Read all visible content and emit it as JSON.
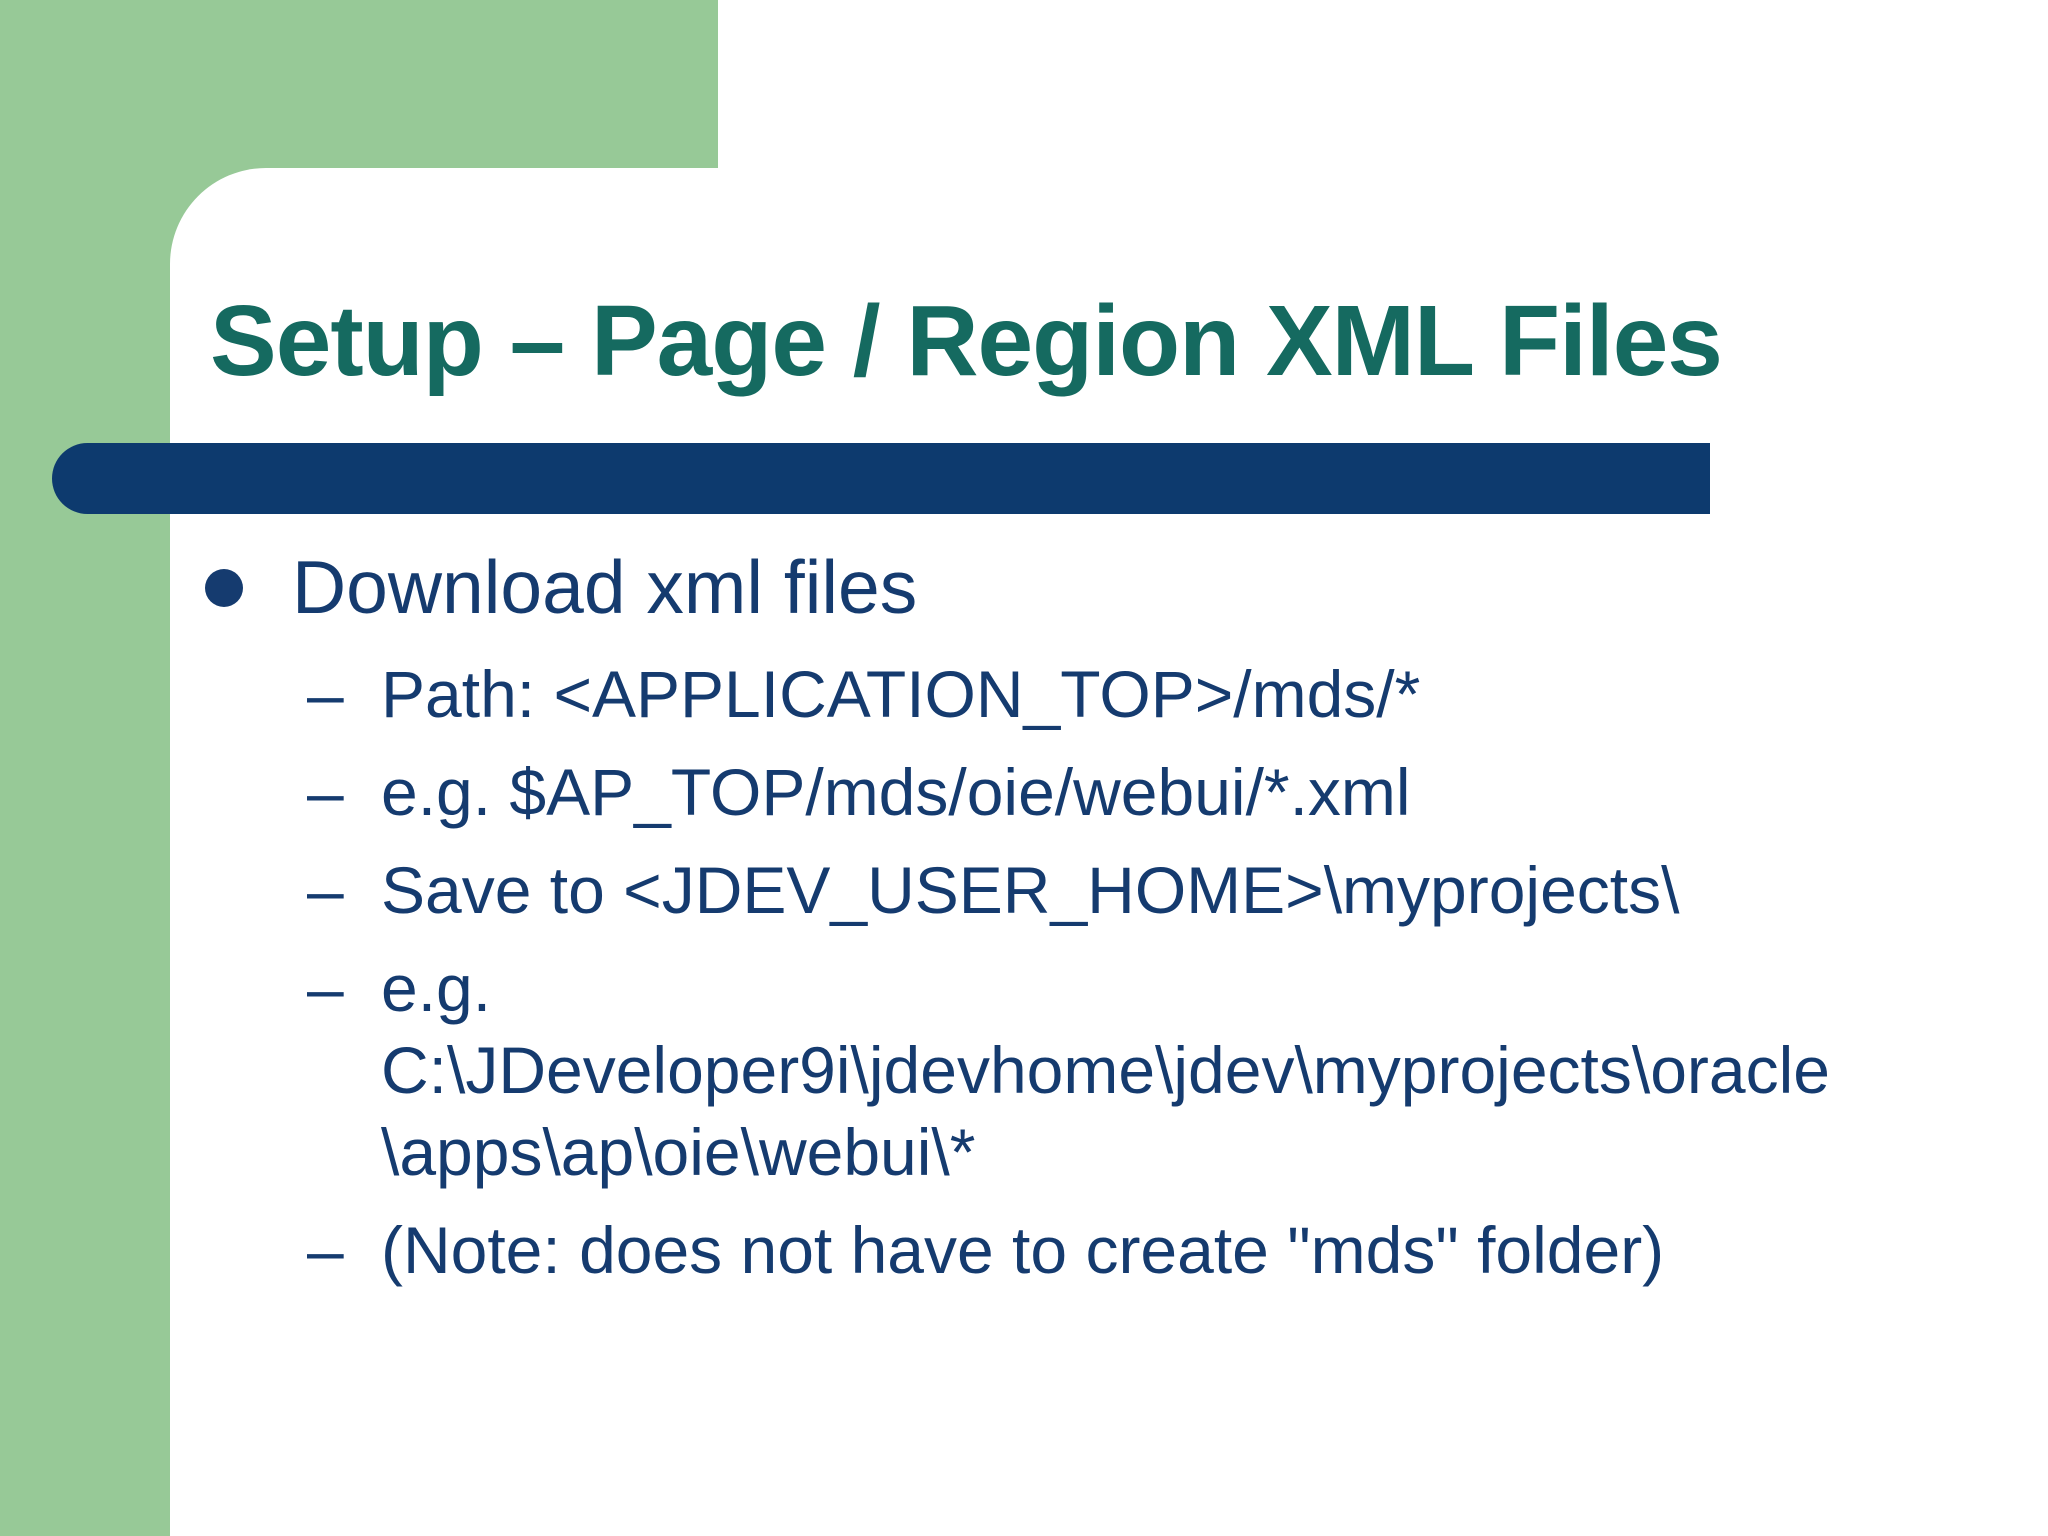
{
  "slide": {
    "title": "Setup – Page / Region XML Files",
    "main_bullet": "Download xml files",
    "dash_marker": "–",
    "sub_bullets": [
      {
        "lines": [
          "Path: <APPLICATION_TOP>/mds/*"
        ]
      },
      {
        "lines": [
          "e.g. $AP_TOP/mds/oie/webui/*.xml"
        ]
      },
      {
        "lines": [
          "Save to <JDEV_USER_HOME>\\myprojects\\"
        ]
      },
      {
        "lines": [
          "e.g.",
          "C:\\JDeveloper9i\\jdevhome\\jdev\\myprojects\\oracle",
          "\\apps\\ap\\oie\\webui\\*"
        ]
      },
      {
        "lines": [
          "(Note: does not have to create \"mds\" folder)"
        ]
      }
    ],
    "colors": {
      "background_green": "#97C997",
      "accent_navy": "#0D3A6E",
      "title_teal": "#156A60",
      "body_navy": "#153B6F",
      "panel_white": "#FFFFFF"
    }
  }
}
